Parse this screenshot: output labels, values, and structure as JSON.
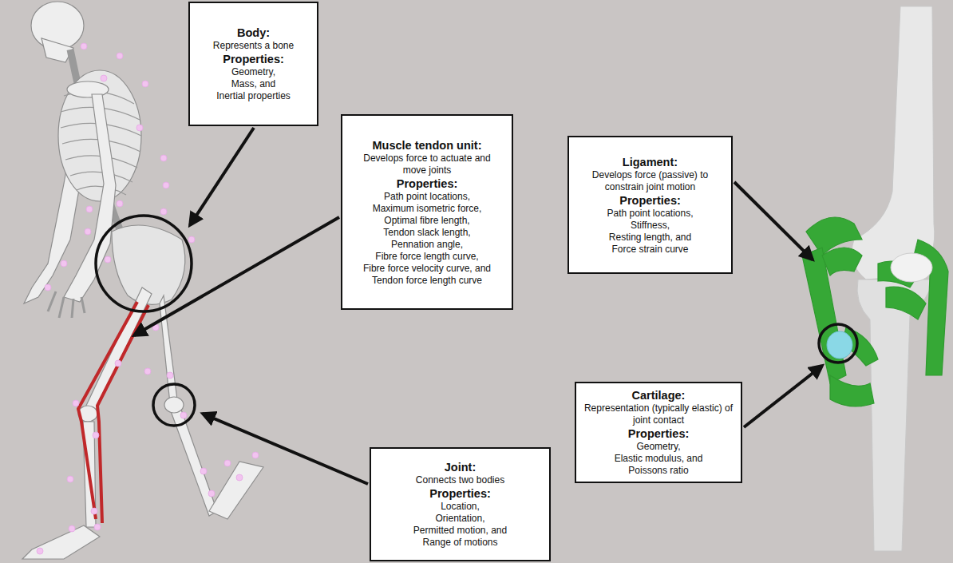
{
  "diagram": {
    "nodes": [
      {
        "text": [
          "Body:",
          "Represents a bone",
          "Properties:",
          "Geometry, Mass, and Inertial properties"
        ]
      },
      {
        "text": [
          "Muscle tendon unit:",
          "Develops force to actuate and move joints",
          "Properties:",
          "Path point locations, Maximum isometric force, Optimal fibre length, Tendon slack length, Pennation angle, Fibre force length curve, Fibre force velocity curve, and Tendon force length curve"
        ]
      },
      {
        "text": [
          "Ligament:",
          "Develops force (passive) to constrain joint motion",
          "Properties:",
          "Path point locations, Stiffness, Resting length, and Force strain curve"
        ]
      },
      {
        "text": [
          "Cartilage:",
          "Representation (typically elastic) of joint contact",
          "Properties:",
          "Geometry, Elastic modulus, and Poissons ratio"
        ]
      },
      {
        "text": [
          "Joint:",
          "Connects two bodies",
          "Properties:",
          "Location, Orientation, Permitted motion, and Range of motions"
        ]
      }
    ]
  }
}
